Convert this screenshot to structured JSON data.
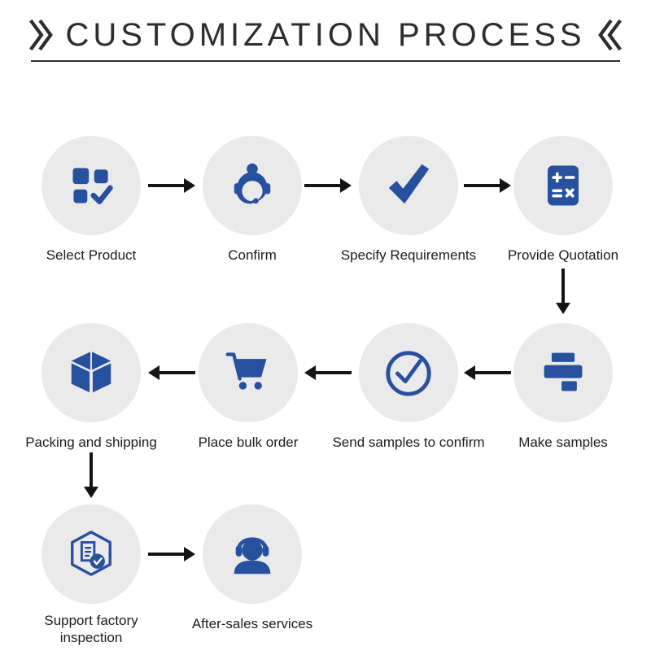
{
  "title": {
    "text": "CUSTOMIZATION PROCESS",
    "left_mark_icon": "double-chevron-right-icon",
    "right_mark_icon": "double-chevron-left-icon"
  },
  "steps": [
    {
      "label": "Select Product",
      "icon": "product-grid-check-icon"
    },
    {
      "label": "Confirm",
      "icon": "customer-service-agent-icon"
    },
    {
      "label": "Specify Requirements",
      "icon": "checkmark-icon"
    },
    {
      "label": "Provide Quotation",
      "icon": "calculator-icon"
    },
    {
      "label": "Make samples",
      "icon": "printer-icon"
    },
    {
      "label": "Send samples to confirm",
      "icon": "circle-check-icon"
    },
    {
      "label": "Place bulk order",
      "icon": "shopping-cart-icon"
    },
    {
      "label": "Packing and shipping",
      "icon": "package-box-icon"
    },
    {
      "label": "Support factory inspection",
      "icon": "factory-inspection-icon"
    },
    {
      "label": "After-sales services",
      "icon": "headset-support-icon"
    }
  ],
  "flow": [
    "Select Product",
    "Confirm",
    "Specify Requirements",
    "Provide Quotation",
    "Make samples",
    "Send samples to confirm",
    "Place bulk order",
    "Packing and shipping",
    "Support factory inspection",
    "After-sales services"
  ],
  "colors": {
    "icon_blue": "#27509F",
    "circle_background": "#EAEAEA",
    "arrow_black": "#141414",
    "title_text": "#2D2D2D"
  }
}
